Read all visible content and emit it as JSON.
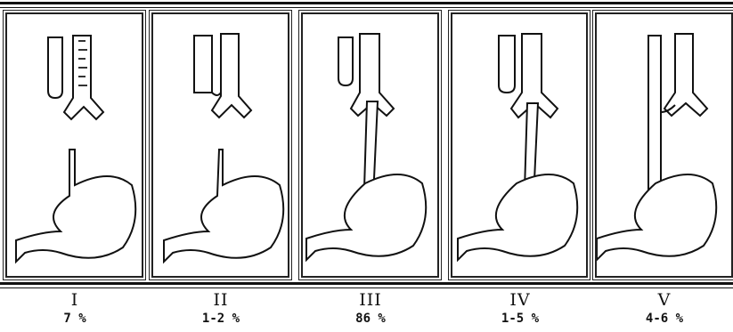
{
  "figure": {
    "types": [
      {
        "numeral": "I",
        "percent": "7 %"
      },
      {
        "numeral": "II",
        "percent": "1-2 %"
      },
      {
        "numeral": "III",
        "percent": "86 %"
      },
      {
        "numeral": "IV",
        "percent": "1-5 %"
      },
      {
        "numeral": "V",
        "percent": "4-6 %"
      }
    ]
  }
}
